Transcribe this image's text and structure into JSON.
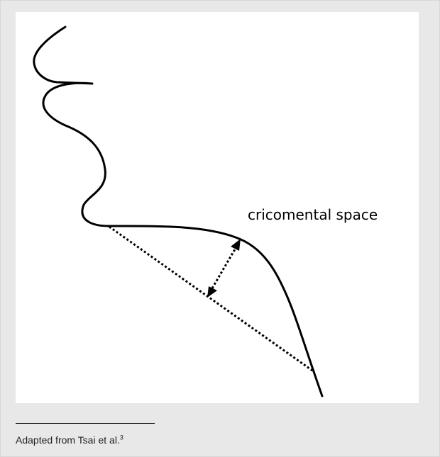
{
  "figure": {
    "label": "cricomental space"
  },
  "footnote": {
    "text": "Adapted from Tsai et al.",
    "ref": "3"
  },
  "colors": {
    "page_background": "#e8e8e8",
    "panel_background": "#ffffff",
    "ink": "#000000"
  }
}
